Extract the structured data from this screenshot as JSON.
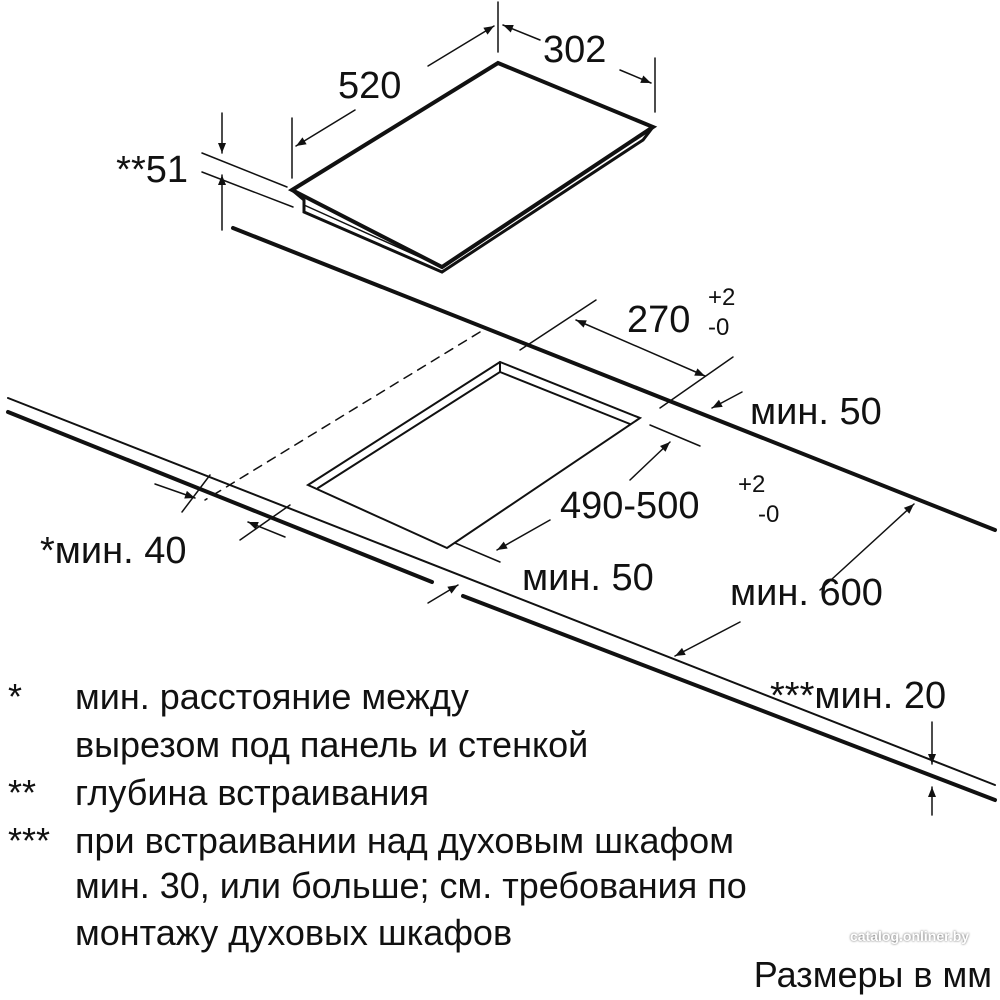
{
  "dimensions": {
    "hob_depth": "520",
    "hob_width": "302",
    "embed_depth": "**51",
    "cutout_width": "270",
    "cutout_width_tol_plus": "+2",
    "cutout_width_tol_minus": "-0",
    "back_min": "мин. 50",
    "cutout_depth": "490-500",
    "cutout_depth_tol_plus": "+2",
    "cutout_depth_tol_minus": "-0",
    "wall_min": "*мин. 40",
    "front_min": "мин. 50",
    "counter_min": "мин. 600",
    "oven_min": "***мин. 20"
  },
  "notes": [
    {
      "mark": "*",
      "lines": [
        "мин. расстояние между",
        "вырезом под панель и стенкой"
      ]
    },
    {
      "mark": "**",
      "lines": [
        "глубина встраивания"
      ]
    },
    {
      "mark": "***",
      "lines": [
        "при встраивании над духовым шкафом",
        "мин. 30, или больше; см. требования по",
        "монтажу духовых шкафов"
      ]
    }
  ],
  "units_label": "Размеры в мм",
  "watermark": "catalog.onliner.by"
}
